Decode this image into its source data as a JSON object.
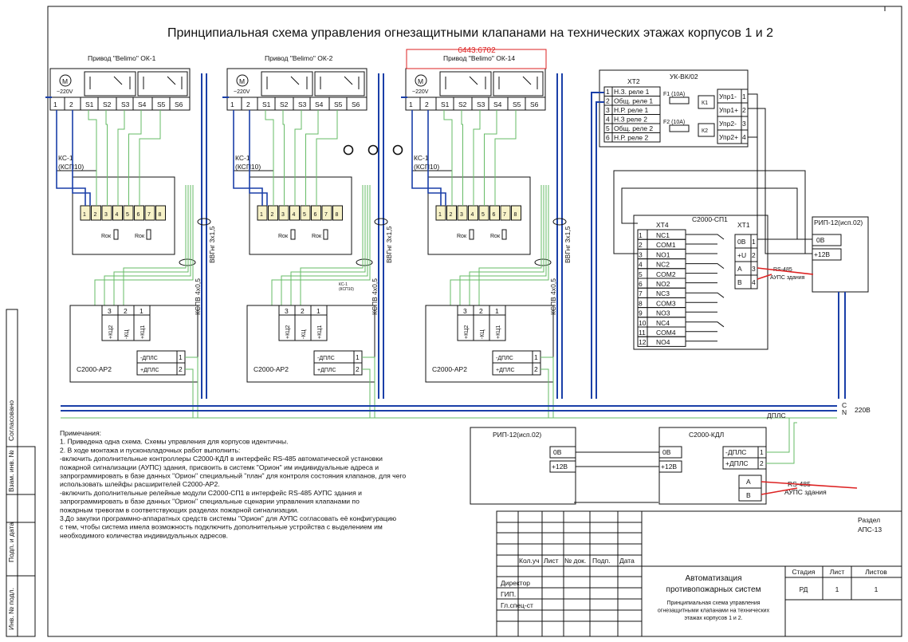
{
  "title": "Принципиальная схема управления огнезащитными клапанами на технических этажах корпусов 1 и 2",
  "drive_labels": [
    "Привод \"Belimo\" ОК-1",
    "Привод \"Belimo\" ОК-2",
    "Привод \"Belimo\" ОК-14"
  ],
  "red_code": "6443.6702",
  "motor": {
    "symbol": "M",
    "voltage": "~220V"
  },
  "actuator_terms": [
    "1",
    "2",
    "S1",
    "S2",
    "S3",
    "S4",
    "S5",
    "S6"
  ],
  "ks_label": [
    "КС-1",
    "(КСП10)"
  ],
  "ks_pins": [
    "1",
    "2",
    "3",
    "4",
    "5",
    "6",
    "7",
    "8"
  ],
  "rok": "Rок",
  "cable_vvg": "ВВГнг 3х1,5",
  "cable_kspv": "КСПВ 4х0,5",
  "kc_small": [
    "КС-1",
    "(КСП10)"
  ],
  "ar2": {
    "name": "С2000-АР2",
    "top_pins": [
      "3",
      "2",
      "1"
    ],
    "kc_labels": [
      "+КЦ2",
      "-КЦ",
      "+КЦ1"
    ],
    "dpls": [
      "-ДПЛС",
      "+ДПЛС"
    ],
    "dpls_pins": [
      "1",
      "2"
    ]
  },
  "dots": "○ ○ ○",
  "ukvk": {
    "name": "УК-ВК/02",
    "xt2": "ХТ2",
    "rows": [
      {
        "n": "1",
        "t": "Н.З. реле 1"
      },
      {
        "n": "2",
        "t": "Общ. реле 1"
      },
      {
        "n": "3",
        "t": "Н.Р. реле 1"
      },
      {
        "n": "4",
        "t": "Н.З реле 2"
      },
      {
        "n": "5",
        "t": "Общ. реле 2"
      },
      {
        "n": "6",
        "t": "Н.Р. реле 2"
      }
    ],
    "fuses": [
      "F1 (10А)",
      "F2 (10А)"
    ],
    "relays": [
      "К1",
      "К2"
    ],
    "upr": [
      {
        "t": "Упр1-",
        "n": "1"
      },
      {
        "t": "Упр1+",
        "n": "2"
      },
      {
        "t": "Упр2-",
        "n": "3"
      },
      {
        "t": "Упр2+",
        "n": "4"
      }
    ]
  },
  "sp1": {
    "name": "С2000-СП1",
    "xt4": "ХТ4",
    "xt1": "ХТ1",
    "rows": [
      {
        "n": "1",
        "t": "NC1"
      },
      {
        "n": "2",
        "t": "COM1"
      },
      {
        "n": "3",
        "t": "NO1"
      },
      {
        "n": "4",
        "t": "NC2"
      },
      {
        "n": "5",
        "t": "COM2"
      },
      {
        "n": "6",
        "t": "NO2"
      },
      {
        "n": "7",
        "t": "NC3"
      },
      {
        "n": "8",
        "t": "COM3"
      },
      {
        "n": "9",
        "t": "NO3"
      },
      {
        "n": "10",
        "t": "NC4"
      },
      {
        "n": "11",
        "t": "COM4"
      },
      {
        "n": "12",
        "t": "NO4"
      }
    ],
    "xt1_rows": [
      {
        "t": "0В",
        "n": "1"
      },
      {
        "t": "+U",
        "n": "2"
      },
      {
        "t": "А",
        "n": "3"
      },
      {
        "t": "В",
        "n": "4"
      }
    ],
    "rs485": [
      "RS-485",
      "АУПС здания"
    ]
  },
  "rip_top": {
    "name": "РИП-12(исп.02)",
    "rows": [
      "0В",
      "+12В"
    ]
  },
  "bus": {
    "c": "C",
    "n": "N",
    "v": "220В",
    "dpls": "ДПЛС"
  },
  "rip_bottom": {
    "name": "РИП-12(исп.02)",
    "rows": [
      "0В",
      "+12В"
    ]
  },
  "kdl": {
    "name": "С2000-КДЛ",
    "left_rows": [
      "0В",
      "+12В"
    ],
    "dpls": [
      {
        "t": "-ДПЛС",
        "n": "1"
      },
      {
        "t": "+ДПЛС",
        "n": "2"
      }
    ],
    "ab": [
      "А",
      "В"
    ],
    "rs485": [
      "RS-485",
      "АУПС здания"
    ]
  },
  "notes": [
    "Примечания:",
    "1. Приведена одна схема. Схемы управления для корпусов идентичны.",
    "2. В ходе монтажа и пусконаладочных работ выполнить:",
    "-включить дополнительные контроллеры С2000-КДЛ в интерфейс   RS-485 автоматической установки",
    "пожарной сигнализации (АУПС) здания, присвоить в системк \"Орион\" им индивидуальные адреса и",
    "запрограммировать в базе данных \"Орион\" специальный \"план\" для контроля состояния клапанов, для чего",
    "использовать шлейфы расширителей  С2000-АР2.",
    "-включить дополнительные релейные модули С2000-СП1 в интерфейс  RS-485 АУПС здания и",
    "запрограммировать в базе данных \"Орион\" специальные сценарии управления клапанами по",
    "пожарным тревогам в соответствующих разделах пожарной сигнализации.",
    "3.До закупки программно-аппаратных средств системы \"Орион\" для АУПС согласовать её конфигурацию",
    "с тем, чтобы система имела возможность подключить дополнительные устройства с выделением им",
    "необходимого количества индивидуальных адресов."
  ],
  "stamp": {
    "section": [
      "Раздел",
      "АПС-13"
    ],
    "cols": [
      "Кол.уч",
      "Лист",
      "№ док.",
      "Подп.",
      "Дата"
    ],
    "roles": [
      "Директор",
      "ГИП.",
      "Гл.спец-ст"
    ],
    "org": [
      "Автоматизация",
      "противопожарных систем"
    ],
    "stage_h": [
      "Стадия",
      "Лист",
      "Листов"
    ],
    "stage_v": [
      "РД",
      "1",
      "1"
    ],
    "desc": [
      "Принципиальная схема управления",
      "огнезащитными клапанами на технических",
      "этажах корпусов 1 и 2."
    ]
  },
  "side": [
    "Согласовано",
    "Взам. инв. №",
    "Подп. и дата",
    "Инв. № подл."
  ]
}
